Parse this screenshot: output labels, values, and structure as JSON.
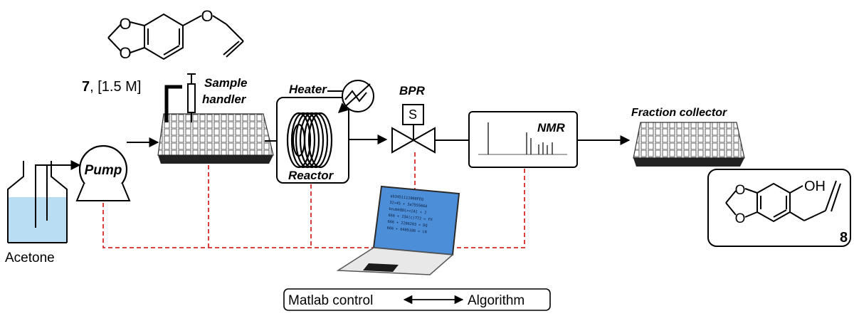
{
  "compound7": {
    "number": "7",
    "concentration": ", [1.5 M]"
  },
  "compound8": {
    "number": "8",
    "oh": "OH"
  },
  "solvent": "Acetone",
  "units": {
    "pump": "Pump",
    "sample_handler_1": "Sample",
    "sample_handler_2": "handler",
    "heater": "Heater",
    "reactor": "Reactor",
    "bpr": "BPR",
    "bpr_symbol": "S",
    "nmr": "NMR",
    "fraction_collector": "Fraction collector"
  },
  "control": {
    "left": "Matlab control",
    "right": "Algorithm"
  },
  "laptop_screen_lines": [
    "ab3451111000FEQ",
    "32+45 + 3a755566A",
    "bnubkBDL=<[A] + 2",
    "666 + 23A(c)772 = FX",
    "666 + 2286203 = DQ",
    "666 + 0405186 = LN"
  ],
  "colors": {
    "control_line": "#d62828",
    "acetone": "#b9def3",
    "screen": "#4c8fd8"
  }
}
